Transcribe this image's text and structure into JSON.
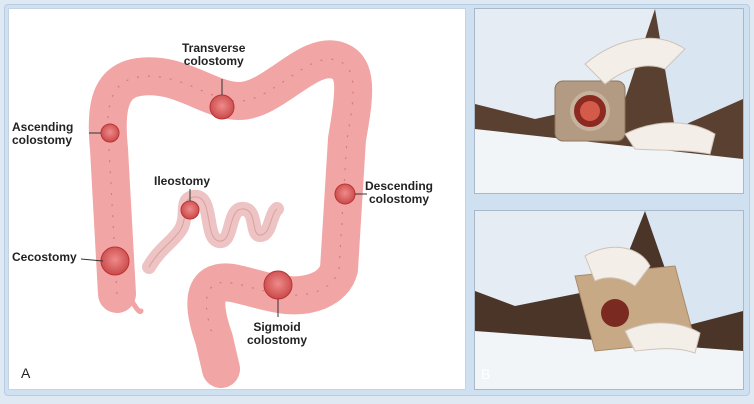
{
  "panel_a": {
    "letter": "A",
    "labels": {
      "transverse": [
        "Transverse",
        "colostomy"
      ],
      "ascending": [
        "Ascending",
        "colostomy"
      ],
      "ileostomy": "Ileostomy",
      "descending": [
        "Descending",
        "colostomy"
      ],
      "cecostomy": "Cecostomy",
      "sigmoid": [
        "Sigmoid",
        "colostomy"
      ]
    }
  },
  "panel_b": {
    "letter": "B"
  },
  "colors": {
    "colon": "#f2a5a5",
    "colon_dark": "#d97a7a",
    "stoma": "#e26464",
    "ileum": "#eec3c3"
  }
}
